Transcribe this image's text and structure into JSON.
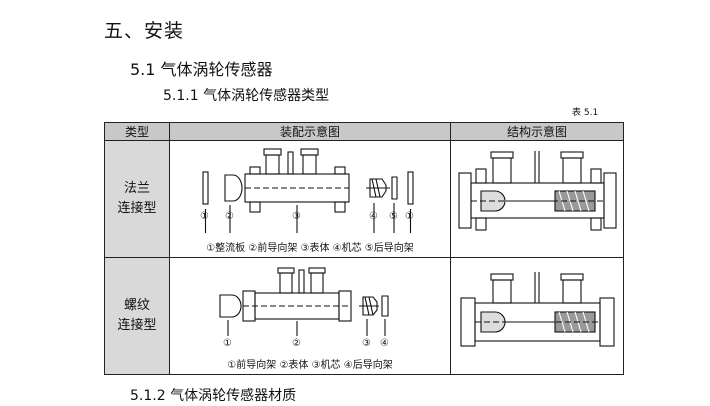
{
  "section": "五、安装",
  "subsection": "5.1  气体涡轮传感器",
  "subsubsection": "5.1.1 气体涡轮传感器类型",
  "table_number": "表 5.1",
  "table": {
    "headers": [
      "类型",
      "装配示意图",
      "结构示意图"
    ],
    "rows": [
      {
        "type_line1": "法兰",
        "type_line2": "连接型",
        "parts_caption": "①整流板  ②前导向架  ③表体  ④机芯  ⑤后导向架",
        "markers": [
          "①",
          "②",
          "③",
          "④",
          "⑤",
          "①"
        ]
      },
      {
        "type_line1": "螺纹",
        "type_line2": "连接型",
        "parts_caption": "①前导向架  ②表体  ③机芯  ④后导向架",
        "markers": [
          "①",
          "②",
          "③",
          "④"
        ]
      }
    ]
  },
  "next_subsubsection": "5.1.2 气体涡轮传感器材质"
}
